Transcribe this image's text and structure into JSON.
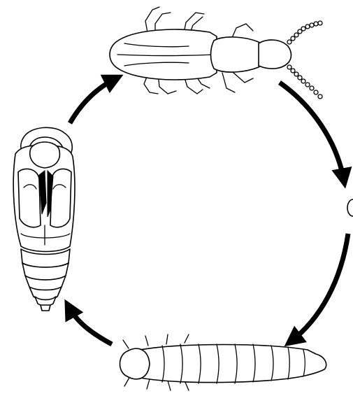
{
  "diagram": {
    "stages": [
      {
        "id": "adult",
        "icon": "adult-beetle-icon"
      },
      {
        "id": "egg",
        "icon": "egg-icon"
      },
      {
        "id": "larva",
        "icon": "larva-icon"
      },
      {
        "id": "pupa",
        "icon": "pupa-icon"
      }
    ],
    "cycle": [
      "adult",
      "egg",
      "larva",
      "pupa",
      "adult"
    ],
    "arrow_color": "#000000",
    "line_color": "#000000",
    "fill_color": "#ffffff"
  }
}
